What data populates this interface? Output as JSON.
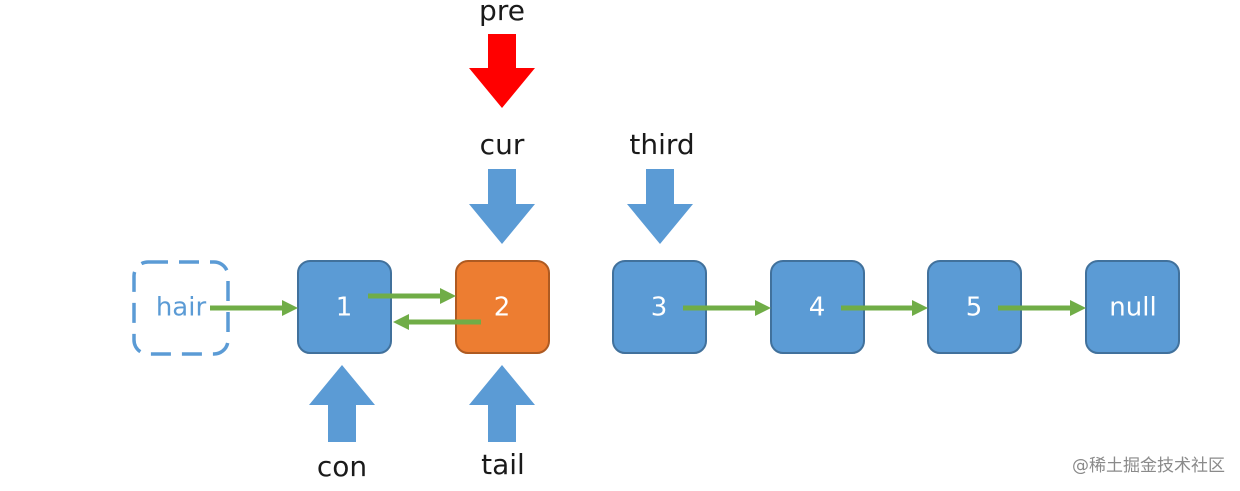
{
  "colors": {
    "node_fill": "#5b9bd5",
    "node_stroke": "#41719c",
    "highlight_fill": "#ed7d31",
    "highlight_stroke": "#ae5a21",
    "pointer_arrow": "#5b9bd5",
    "pre_arrow": "#ff0000",
    "link_arrow": "#70ad47",
    "dummy_node": "#5b9bd5"
  },
  "nodes": {
    "hair": "hair",
    "n1": "1",
    "n2": "2",
    "n3": "3",
    "n4": "4",
    "n5": "5",
    "null": "null"
  },
  "pointers": {
    "pre": "pre",
    "cur": "cur",
    "third": "third",
    "con": "con",
    "tail": "tail"
  },
  "watermark": "@稀土掘金技术社区"
}
